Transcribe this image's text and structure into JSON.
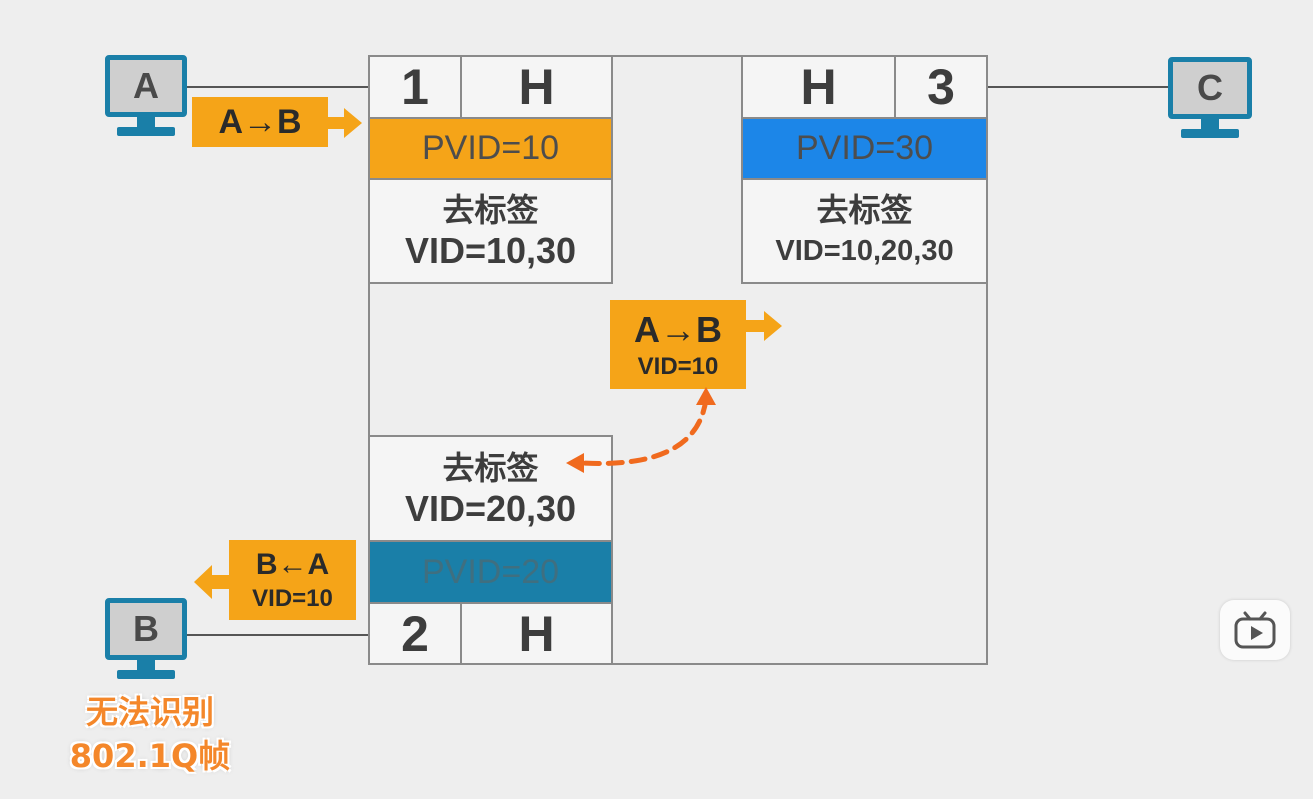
{
  "pcs": {
    "a": {
      "label": "A"
    },
    "b": {
      "label": "B"
    },
    "c": {
      "label": "C"
    }
  },
  "switch": {
    "port1": {
      "number": "1",
      "mode": "H",
      "pvid": "PVID=10",
      "rule_title": "去标签",
      "rule_vid": "VID=10,30",
      "pvid_color": "#f5a418"
    },
    "port2": {
      "number": "2",
      "mode": "H",
      "pvid": "PVID=20",
      "rule_title": "去标签",
      "rule_vid": "VID=20,30",
      "pvid_color": "#1a7fa8"
    },
    "port3": {
      "number": "3",
      "mode": "H",
      "pvid": "PVID=30",
      "rule_title": "去标签",
      "rule_vid": "VID=10,20,30",
      "pvid_color": "#1c86e8"
    }
  },
  "frames": {
    "ingress": {
      "label": "A→B"
    },
    "internal": {
      "label": "A→B",
      "vid": "VID=10"
    },
    "egress": {
      "label": "B←A",
      "vid": "VID=10"
    }
  },
  "note": {
    "line1": "无法识别",
    "line2": "802.1Q帧"
  },
  "colors": {
    "tag": "#f5a418",
    "dashed_arrow": "#f06a1e",
    "note_text": "#f4872a"
  },
  "icons": {
    "player": "play-icon"
  }
}
